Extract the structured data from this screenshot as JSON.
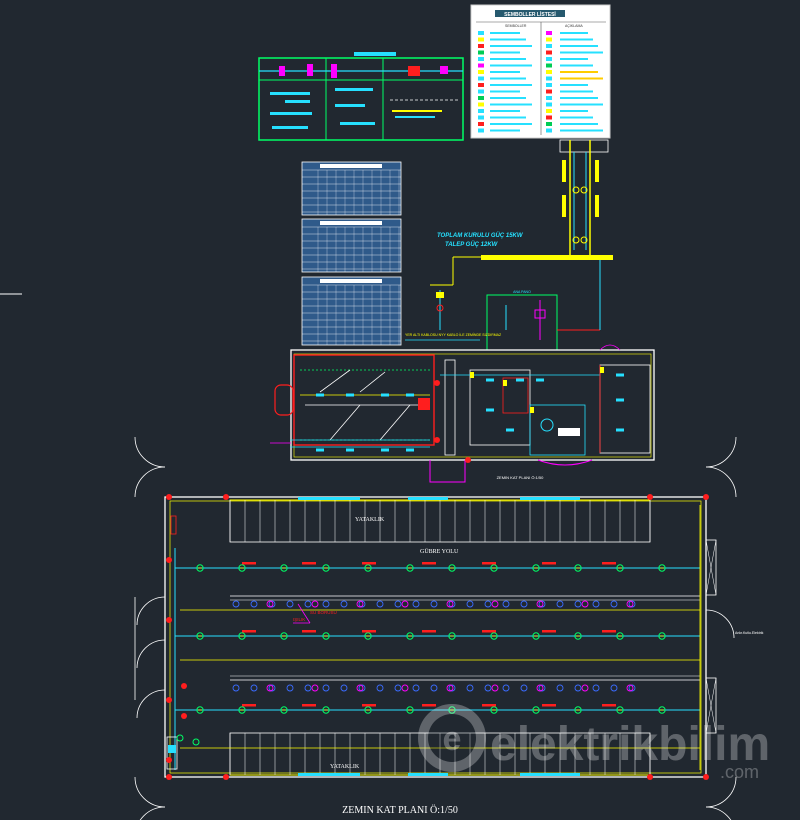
{
  "colors": {
    "background": "#212830",
    "wall": "#ffffff",
    "circuit": "#00ffff",
    "cyan_light": "#26e0ff",
    "yellow": "#ffff00",
    "red": "#ff1e1e",
    "green": "#00ff66",
    "magenta": "#ff00ff",
    "blue": "#3a6bff",
    "panel_fill": "#2f5a8a",
    "watermark": "#ffffff"
  },
  "plan": {
    "title": "ZEMIN KAT PLANI Ö:1/50",
    "room_top": "YATAKLIK",
    "room_bottom": "YATAKLIK",
    "aisle": "GÜBRE YOLU",
    "water_label": "SU BORUSU",
    "light_label": "IŞILIK",
    "right_note": "Ankr.Kutlu.Elektrik"
  },
  "building": {
    "title": "ZEMIN KAT PLANI Ö:1/50"
  },
  "supply": {
    "line1": "TOPLAM KURULU GÜÇ   15KW",
    "line2": "TALEP GÜÇ   12KW",
    "panel_label": "ANA PANO",
    "note": "YER ALTI KABLOSU NYY KABLO İLE ZEMİNDE SIZDIRMAZ"
  },
  "legend": {
    "title": "SEMBOLLER LİSTESİ",
    "col_left": "SEMBOLLER",
    "col_right": "AÇIKLAMA"
  },
  "watermark": {
    "text": "elektrikbilim",
    "suffix": ".com"
  }
}
